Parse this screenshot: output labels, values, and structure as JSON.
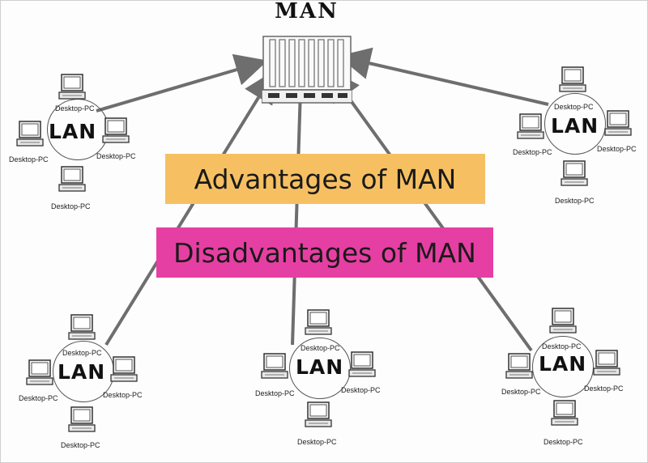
{
  "diagram": {
    "title": "MAN",
    "advantages_label": "Advantages of MAN",
    "disadvantages_label": "Disadvantages of MAN",
    "lans": [
      {
        "id": "top-left",
        "label": "LAN",
        "pcs": [
          "Desktop-PC",
          "Desktop-PC",
          "Desktop-PC",
          "Desktop-PC"
        ]
      },
      {
        "id": "top-right",
        "label": "LAN",
        "pcs": [
          "Desktop-PC",
          "Desktop-PC",
          "Desktop-PC",
          "Desktop-PC"
        ]
      },
      {
        "id": "bottom-left",
        "label": "LAN",
        "pcs": [
          "Desktop-PC",
          "Desktop-PC",
          "Desktop-PC",
          "Desktop-PC"
        ]
      },
      {
        "id": "bottom-center",
        "label": "LAN",
        "pcs": [
          "Desktop-PC",
          "Desktop-PC",
          "Desktop-PC",
          "Desktop-PC"
        ]
      },
      {
        "id": "bottom-right",
        "label": "LAN",
        "pcs": [
          "Desktop-PC",
          "Desktop-PC",
          "Desktop-PC",
          "Desktop-PC"
        ]
      }
    ],
    "colors": {
      "advantages_band": "#f6c062",
      "disadvantages_band": "#e63fa3",
      "connection_line": "#6e6e6e"
    }
  }
}
